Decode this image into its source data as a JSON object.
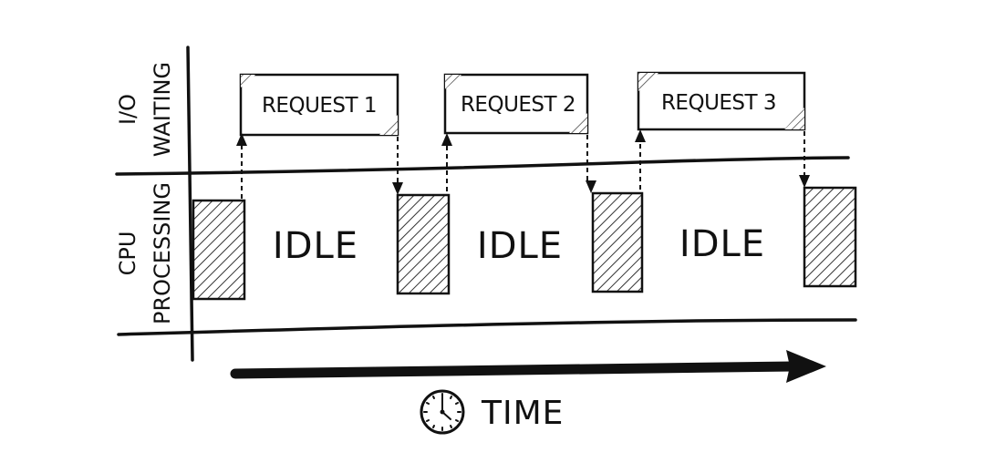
{
  "rows": {
    "io": {
      "line1": "I/O",
      "line2": "WAITING"
    },
    "cpu": {
      "line1": "CPU",
      "line2": "PROCESSING"
    }
  },
  "requests": [
    {
      "label": "REQUEST 1"
    },
    {
      "label": "REQUEST 2"
    },
    {
      "label": "REQUEST 3"
    }
  ],
  "idle": [
    {
      "label": "IDLE"
    },
    {
      "label": "IDLE"
    },
    {
      "label": "IDLE"
    }
  ],
  "time": {
    "label": "TIME",
    "icon": "clock-icon"
  }
}
